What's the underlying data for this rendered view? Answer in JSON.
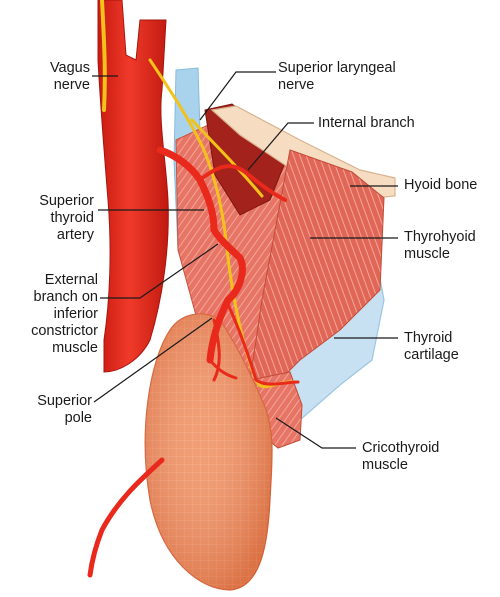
{
  "labels": {
    "vagus_nerve": [
      "Vagus",
      "nerve"
    ],
    "superior_laryngeal_nerve": [
      "Superior laryngeal",
      "nerve"
    ],
    "internal_branch": [
      "Internal branch"
    ],
    "hyoid_bone": [
      "Hyoid bone"
    ],
    "superior_thyroid_artery": [
      "Superior",
      "thyroid",
      "artery"
    ],
    "thyrohyoid_muscle": [
      "Thyrohyoid",
      "muscle"
    ],
    "external_branch": [
      "External",
      "branch on",
      "inferior",
      "constrictor",
      "muscle"
    ],
    "thyroid_cartilage": [
      "Thyroid",
      "cartilage"
    ],
    "superior_pole": [
      "Superior",
      "pole"
    ],
    "cricothyroid_muscle": [
      "Cricothyroid",
      "muscle"
    ]
  },
  "colors": {
    "artery": "#e8291c",
    "artery_dark": "#b5160e",
    "nerve": "#f2c21b",
    "gland": "#ee8a5a",
    "gland_dark": "#d8643a",
    "muscle": "#e36b5e",
    "muscle_light": "#f3a79a",
    "bone": "#f6dcc0",
    "cartilage": "#c7e1f2",
    "trachea": "#a9d3ec",
    "leader": "#1a1a1a"
  }
}
